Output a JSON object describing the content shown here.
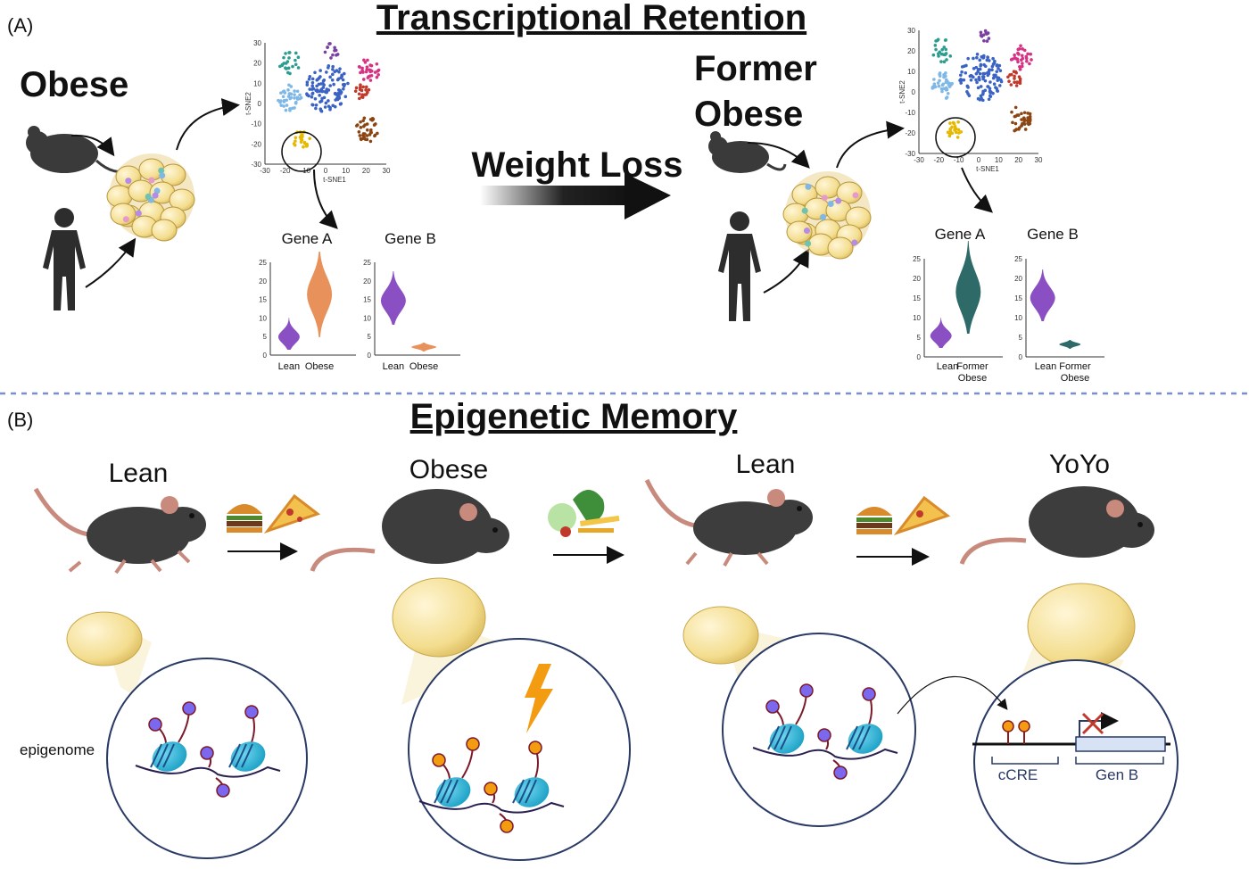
{
  "panels": {
    "a_label": "(A)",
    "b_label": "(B)"
  },
  "section_a": {
    "title": "Transcriptional Retention",
    "left_label": "Obese",
    "middle_label": "Weight Loss",
    "right_label_line1": "Former",
    "right_label_line2": "Obese",
    "tsne": {
      "xlabel": "t-SNE1",
      "ylabel": "t-SNE2",
      "x_ticks": [
        "-30",
        "-20",
        "-10",
        "0",
        "10",
        "20",
        "30"
      ],
      "y_ticks": [
        "30",
        "20",
        "10",
        "0",
        "-10",
        "-20",
        "-30"
      ],
      "cluster_colors": [
        "#2a9d8f",
        "#7b3fa0",
        "#d63384",
        "#3a63c4",
        "#7fb8e6",
        "#c0392b",
        "#8b4513",
        "#e6b800"
      ]
    },
    "left_violins": {
      "gene_a": {
        "title": "Gene A",
        "labels": [
          "Lean",
          "Obese"
        ],
        "y_ticks": [
          "25",
          "20",
          "15",
          "10",
          "5",
          "0"
        ]
      },
      "gene_b": {
        "title": "Gene B",
        "labels": [
          "Lean",
          "Obese"
        ],
        "y_ticks": [
          "25",
          "20",
          "15",
          "10",
          "5",
          "0"
        ]
      }
    },
    "right_violins": {
      "gene_a": {
        "title": "Gene A",
        "label_lean": "Lean",
        "label_former_1": "Former",
        "label_former_2": "Obese",
        "y_ticks": [
          "25",
          "20",
          "15",
          "10",
          "5",
          "0"
        ]
      },
      "gene_b": {
        "title": "Gene B",
        "label_lean": "Lean",
        "label_former_1": "Former",
        "label_former_2": "Obese",
        "y_ticks": [
          "25",
          "20",
          "15",
          "10",
          "5",
          "0"
        ]
      }
    },
    "colors": {
      "lean": "#8a4fc2",
      "obese": "#e8915a",
      "former_obese": "#2e6b68"
    }
  },
  "section_b": {
    "title": "Epigenetic Memory",
    "stages": [
      "Lean",
      "Obese",
      "Lean",
      "YoYo"
    ],
    "epigenome_label": "epigenome",
    "ccre_label": "cCRE",
    "gene_label": "Gen B",
    "colors": {
      "mark_lean": "#7b68ee",
      "mark_obese": "#f39c12",
      "nucleosome": "#2bb3d6",
      "lightning": "#f39c12",
      "block": "#c0392b"
    }
  }
}
